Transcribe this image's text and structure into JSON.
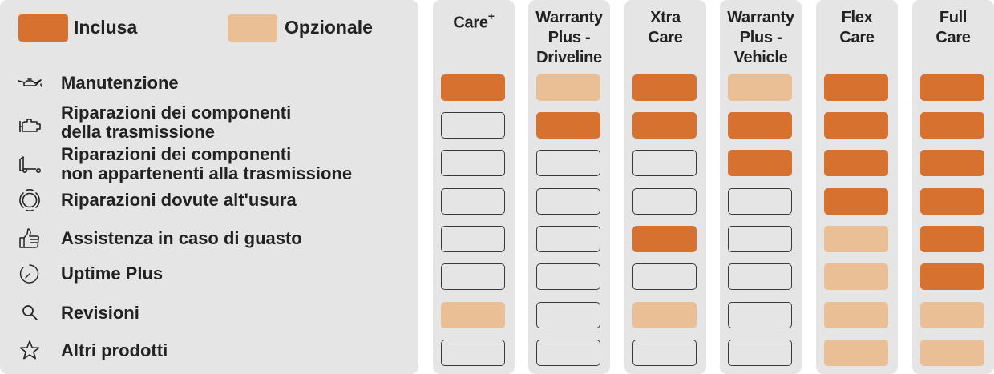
{
  "colors": {
    "included": "#d67130",
    "optional": "#ebbf95",
    "panel": "#e5e5e5"
  },
  "legend": {
    "included_label": "Inclusa",
    "optional_label": "Opzionale"
  },
  "rows": [
    {
      "label": "Manutenzione",
      "icon": "oil-can-icon"
    },
    {
      "label": "Riparazioni dei componenti\ndella trasmissione",
      "icon": "engine-icon"
    },
    {
      "label": "Riparazioni dei componenti\nnon appartenenti alla trasmissione",
      "icon": "chassis-icon"
    },
    {
      "label": "Riparazioni dovute alt'usura",
      "icon": "brake-disc-icon"
    },
    {
      "label": "Assistenza in caso di guasto",
      "icon": "thumbs-up-icon"
    },
    {
      "label": "Uptime Plus",
      "icon": "clock-icon"
    },
    {
      "label": "Revisioni",
      "icon": "magnifier-icon"
    },
    {
      "label": "Altri prodotti",
      "icon": "star-icon"
    }
  ],
  "columns": [
    {
      "name": "Care",
      "sup": "+",
      "cells": [
        "included",
        "none",
        "none",
        "none",
        "none",
        "none",
        "optional",
        "none"
      ]
    },
    {
      "name": "Warranty\nPlus -\nDriveline",
      "sup": "",
      "cells": [
        "optional",
        "included",
        "none",
        "none",
        "none",
        "none",
        "none",
        "none"
      ]
    },
    {
      "name": "Xtra\nCare",
      "sup": "",
      "cells": [
        "included",
        "included",
        "none",
        "none",
        "included",
        "none",
        "optional",
        "none"
      ]
    },
    {
      "name": "Warranty\nPlus -\nVehicle",
      "sup": "",
      "cells": [
        "optional",
        "included",
        "included",
        "none",
        "none",
        "none",
        "none",
        "none"
      ]
    },
    {
      "name": "Flex\nCare",
      "sup": "",
      "cells": [
        "included",
        "included",
        "included",
        "included",
        "optional",
        "optional",
        "optional",
        "optional"
      ]
    },
    {
      "name": "Full\nCare",
      "sup": "",
      "cells": [
        "included",
        "included",
        "included",
        "included",
        "included",
        "included",
        "optional",
        "optional"
      ]
    }
  ]
}
